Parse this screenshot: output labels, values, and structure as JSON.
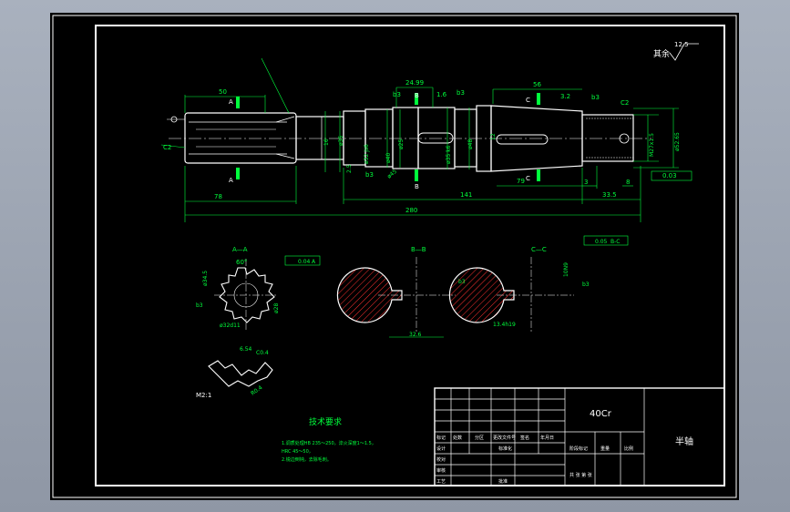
{
  "drawing": {
    "roughness": {
      "label": "其余",
      "value": "12.5"
    },
    "material": "40Cr",
    "part_name": "半轴",
    "dims": {
      "d50": "50",
      "d24_99": "24.99",
      "d56": "56",
      "d3_2": "3.2",
      "d1_6": "1.6",
      "b3": "b3",
      "c2": "C2",
      "c2_left": "C2",
      "d78": "78",
      "d141": "141",
      "d79": "79",
      "d3": "3",
      "d8": "8",
      "d33_5": "33.5",
      "d280": "280",
      "m27": "M27x1.5",
      "d52": "ø52.65",
      "tol": "0.03",
      "d32js": "ø32 js6",
      "d35": "ø35",
      "d40": "ø40",
      "d35k6": "ø35 k6",
      "d48": "ø48",
      "d25": "ø25",
      "d45": "ø45",
      "d2_5": "2.5",
      "d16": "16",
      "d12": "12"
    },
    "views": {
      "aa": "A—A",
      "bb": "B—B",
      "cc": "C—C",
      "a_left": "A",
      "a_right": "A",
      "b_top": "B",
      "b_bot": "B",
      "c_top": "C",
      "c_bot": "C"
    },
    "section_aa": {
      "angle": "60°",
      "d34": "ø34.5",
      "d28": "ø28",
      "d32": "ø32d11",
      "tol": "0.04",
      "datum": "A",
      "rough": "b3"
    },
    "section_bb": {
      "d32_6": "32.6",
      "rough": "b3"
    },
    "section_cc": {
      "tol": "0.05",
      "datum": "B-C",
      "d10": "10N9",
      "d13": "13.4h19",
      "rough": "b3"
    },
    "detail": {
      "scale": "M2:1",
      "d6_54": "6.54",
      "c0_4": "C0.4",
      "r": "R0.4"
    },
    "notes": {
      "title": "技术要求",
      "line1": "1.调质处理HB 235～250，淬火深度1～1.5，",
      "line2": "  HRC 45～50，",
      "line3": "2.锐边倒钝，去除毛刺。"
    },
    "title_block": {
      "h1": "标记",
      "h2": "处数",
      "h3": "分区",
      "h4": "更改文件号",
      "h5": "签名",
      "h6": "年月日",
      "r1": "设计",
      "r2": "校对",
      "r3": "审核",
      "r4": "工艺",
      "std": "标准化",
      "approve": "批准",
      "stage": "阶段标记",
      "weight": "重量",
      "scale": "比例",
      "sheet": "共 张 第 张"
    }
  }
}
